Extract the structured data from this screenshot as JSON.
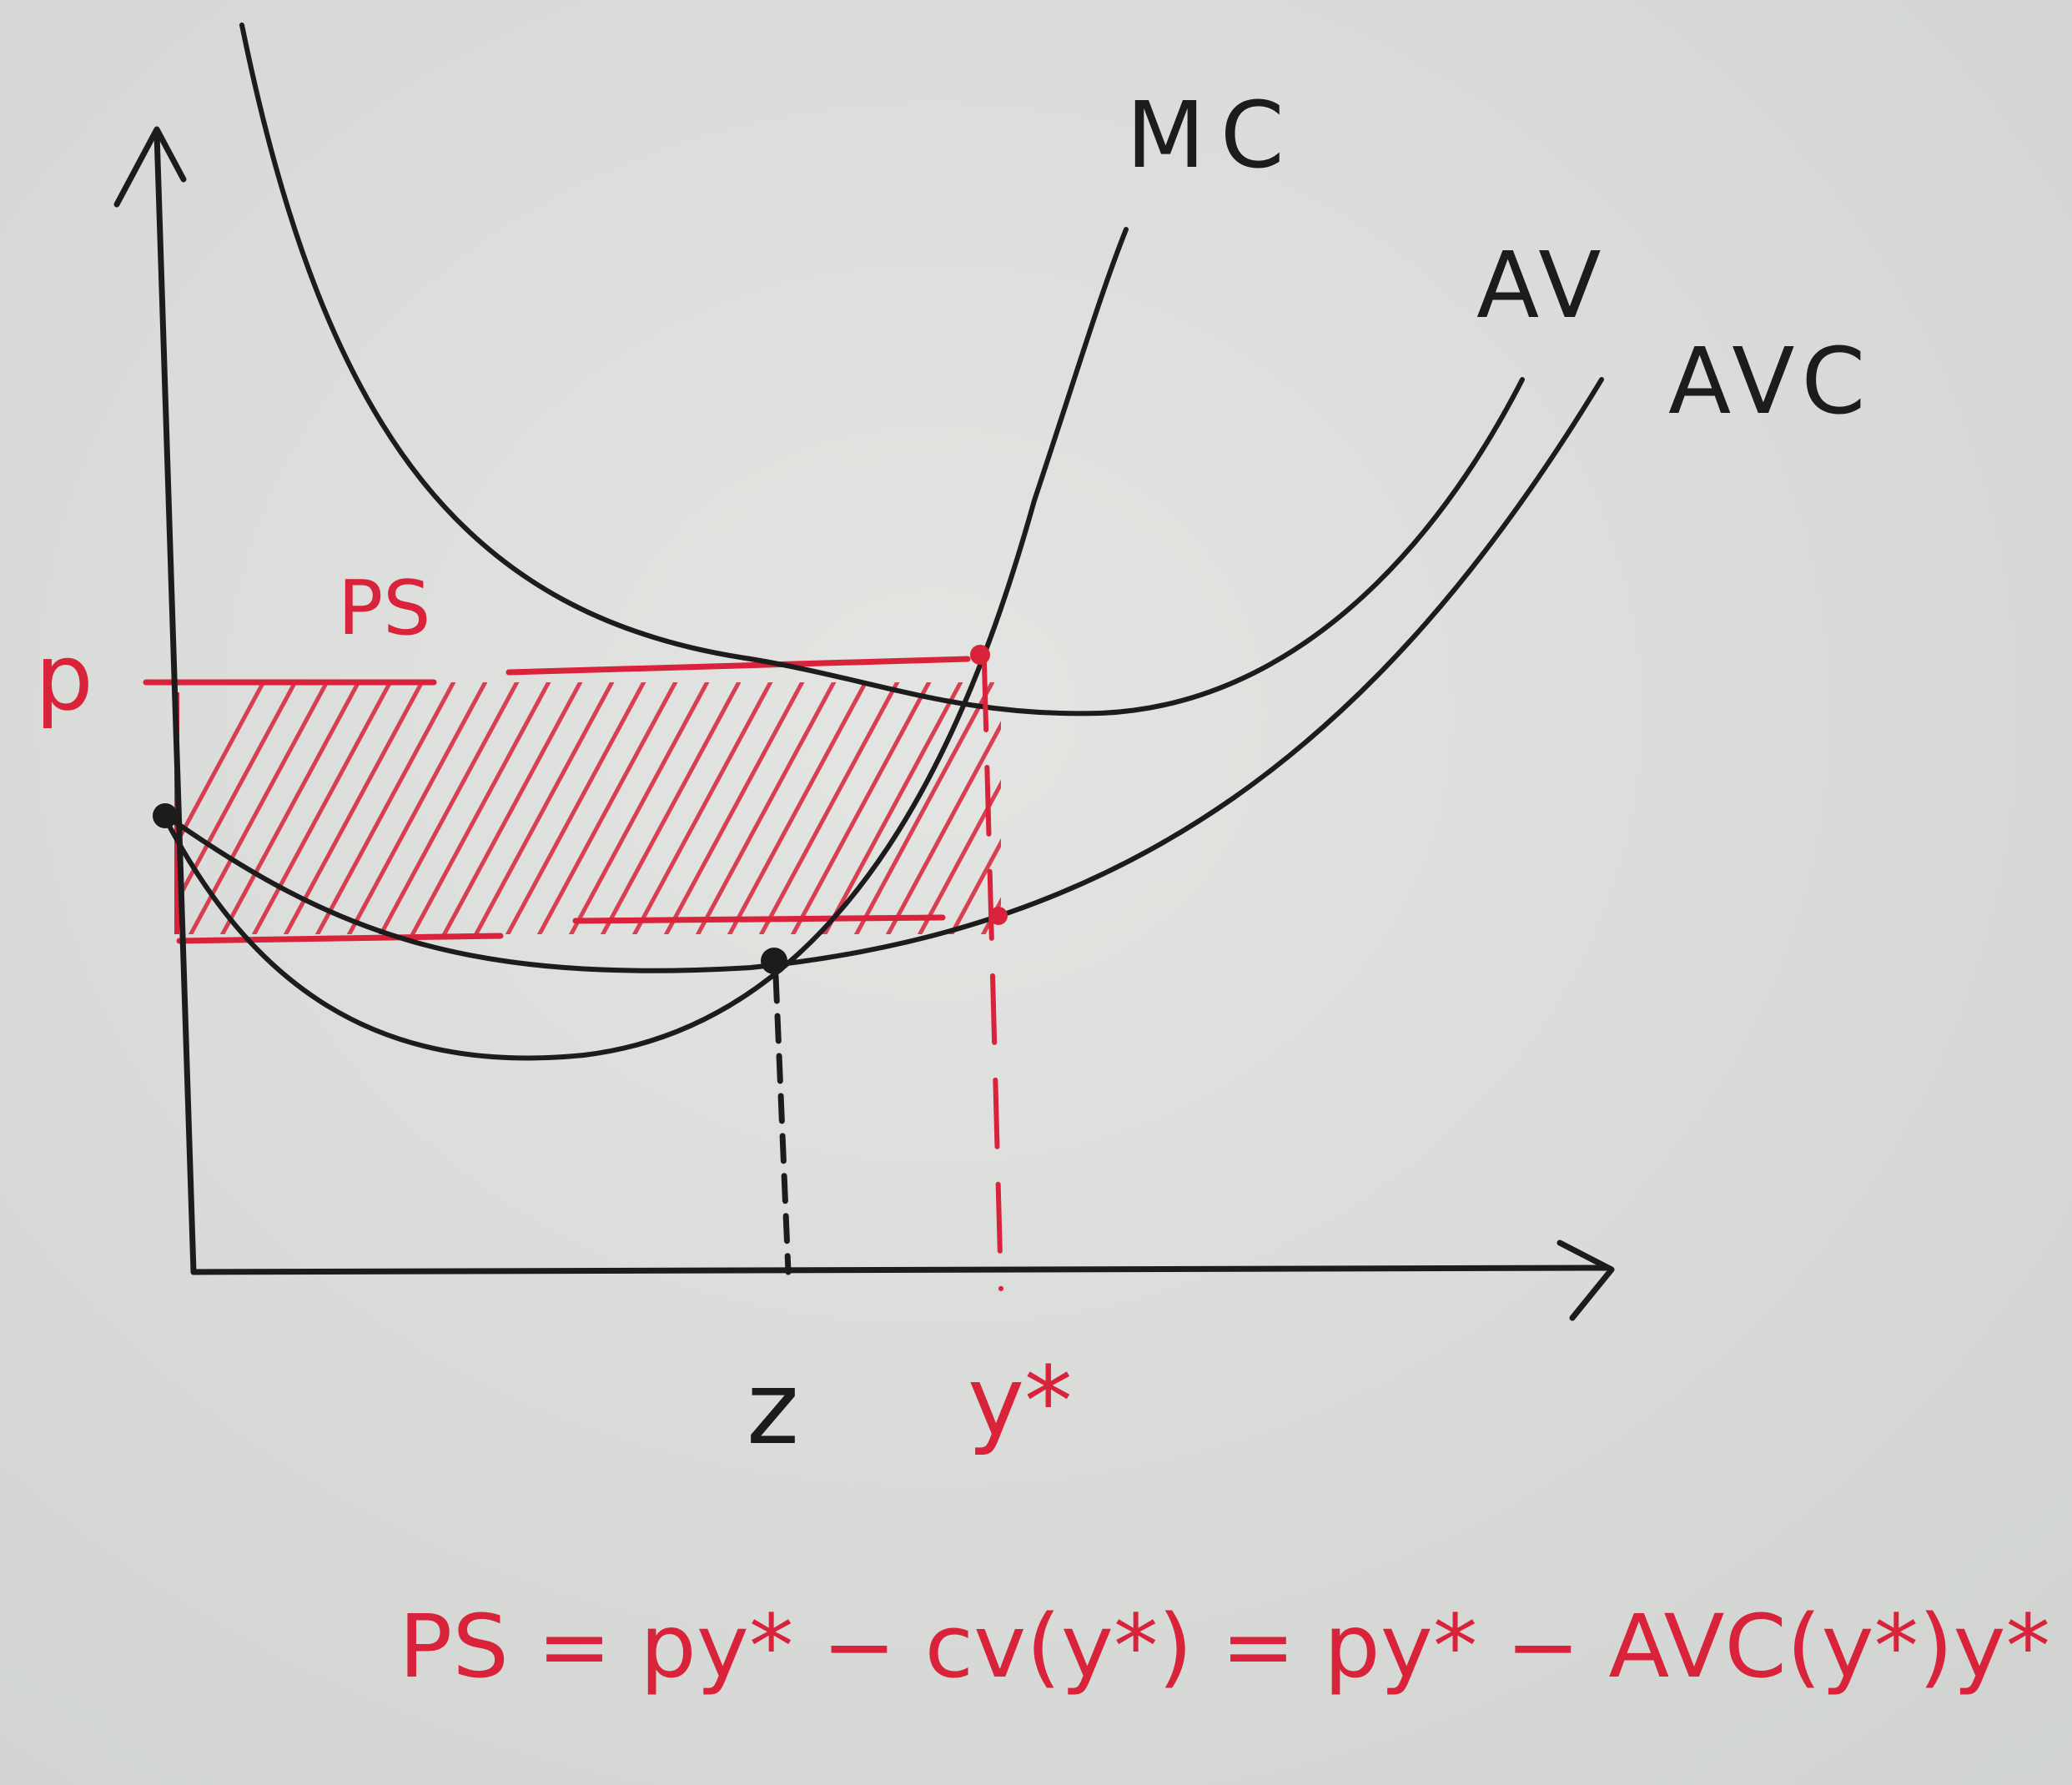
{
  "diagram": {
    "curves": {
      "mc_label": "MC",
      "av_label": "AV",
      "avc_label": "AVC"
    },
    "axes": {
      "price_label": "p",
      "z_label": "z",
      "ystar_label": "y*"
    },
    "region": {
      "ps_label": "PS"
    },
    "formula": "PS = py* − cv(y*) = py* − AVC(y*)y*"
  },
  "colors": {
    "ink": "#1c1c1c",
    "red_ink": "#d8233a",
    "paper": "#d9dbd8"
  }
}
